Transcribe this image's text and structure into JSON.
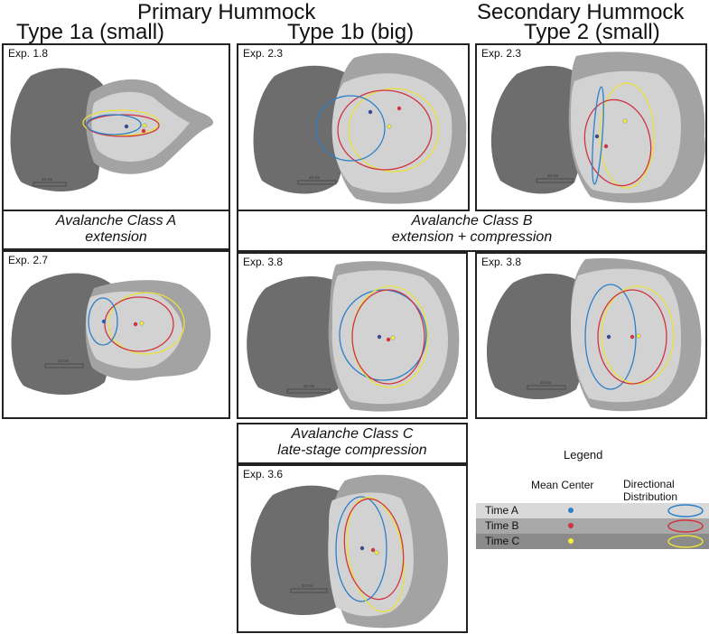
{
  "headers": {
    "primary": "Primary Hummock",
    "type1a": "Type 1a (small)",
    "type1b": "Type 1b (big)",
    "secondary": "Secondary Hummock",
    "type2": "Type 2 (small)"
  },
  "classes": {
    "a_line1": "Avalanche Class A",
    "a_line2": "extension",
    "b_line1": "Avalanche Class B",
    "b_line2": "extension + compression",
    "c_line1": "Avalanche Class C",
    "c_line2": "late-stage compression"
  },
  "panels": [
    {
      "exp": "Exp. 1.8",
      "scale": "10 cm"
    },
    {
      "exp": "Exp. 2.3",
      "scale": "10 cm"
    },
    {
      "exp": "Exp. 2.3",
      "scale": "10 cm"
    },
    {
      "exp": "Exp. 2.7",
      "scale": "10 cm"
    },
    {
      "exp": "Exp. 3.8",
      "scale": "10 cm"
    },
    {
      "exp": "Exp. 3.8",
      "scale": "10 cm"
    },
    {
      "exp": "Exp. 3.6",
      "scale": "10 cm"
    }
  ],
  "legend": {
    "title": "Legend",
    "mean_center": "Mean Center",
    "directional_1": "Directional",
    "directional_2": "Distribution",
    "rows": [
      {
        "label": "Time A",
        "color": "#2a7fc9",
        "bg": "#d9d9d9"
      },
      {
        "label": "Time B",
        "color": "#d0343f",
        "bg": "#a8a8a8"
      },
      {
        "label": "Time C",
        "color": "#e9e23a",
        "bg": "#8a8a8a"
      }
    ]
  }
}
